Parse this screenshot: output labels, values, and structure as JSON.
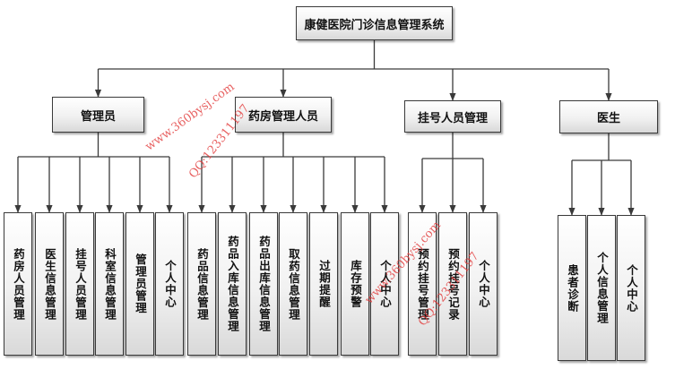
{
  "root": {
    "id": "root",
    "label": "康健医院门诊信息管理系统"
  },
  "roles": [
    {
      "id": "admin",
      "label": "管理员",
      "children": [
        {
          "id": "a1",
          "label": "药房人员管理"
        },
        {
          "id": "a2",
          "label": "医生信息管理"
        },
        {
          "id": "a3",
          "label": "挂号人员管理"
        },
        {
          "id": "a4",
          "label": "科室信息管理"
        },
        {
          "id": "a5",
          "label": "管理员管理"
        },
        {
          "id": "a6",
          "label": "个人中心"
        }
      ]
    },
    {
      "id": "pharmacy",
      "label": "药房管理人员",
      "children": [
        {
          "id": "p1",
          "label": "药品信息管理"
        },
        {
          "id": "p2",
          "label": "药品入库信息管理"
        },
        {
          "id": "p3",
          "label": "药品出库信息管理"
        },
        {
          "id": "p4",
          "label": "取药信息管理"
        },
        {
          "id": "p5",
          "label": "过期提醒"
        },
        {
          "id": "p6",
          "label": "库存预警"
        },
        {
          "id": "p7",
          "label": "个人中心"
        }
      ]
    },
    {
      "id": "register",
      "label": "挂号人员管理",
      "children": [
        {
          "id": "r1",
          "label": "预约挂号管理"
        },
        {
          "id": "r2",
          "label": "预约挂号记录"
        },
        {
          "id": "r3",
          "label": "个人中心"
        }
      ]
    },
    {
      "id": "doctor",
      "label": "医生",
      "children": [
        {
          "id": "d1",
          "label": "患者诊断"
        },
        {
          "id": "d2",
          "label": "个人信息管理"
        },
        {
          "id": "d3",
          "label": "个人中心"
        }
      ]
    }
  ],
  "watermarks": [
    "www.360bysj.com",
    "QQ:123311197",
    "www.360bysj.com",
    "QQ:123311197"
  ],
  "colors": {
    "line": "#3a3a3a",
    "watermark": "#e23a3a"
  }
}
